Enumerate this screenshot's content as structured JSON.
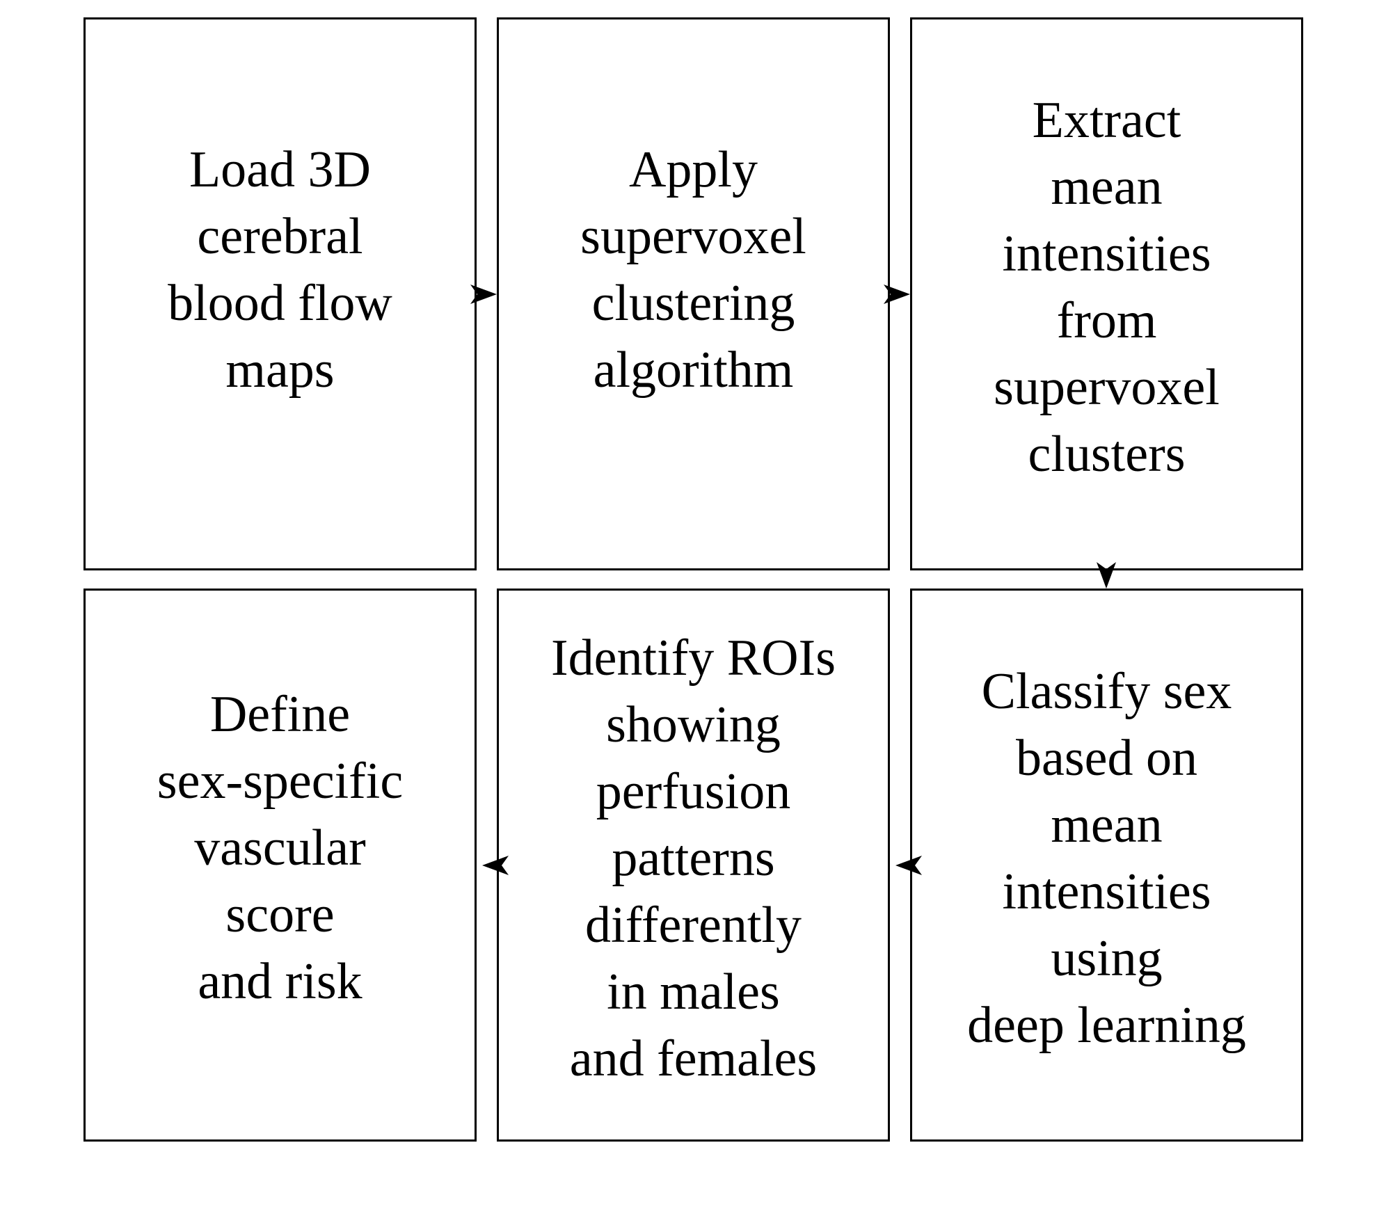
{
  "steps": [
    {
      "id": 1,
      "text": "Load 3D\ncerebral\nblood flow\nmaps"
    },
    {
      "id": 2,
      "text": "Apply\nsupervoxel\nclustering\nalgorithm"
    },
    {
      "id": 3,
      "text": "Extract\nmean\nintensities\nfrom\nsupervoxel\nclusters"
    },
    {
      "id": 4,
      "text": "Classify sex\nbased on\nmean\nintensities\nusing\ndeep learning"
    },
    {
      "id": 5,
      "text": "Identify ROIs\nshowing\nperfusion\npatterns\ndifferently\nin males\nand females"
    },
    {
      "id": 6,
      "text": "Define\nsex-specific\nvascular\nscore\nand risk"
    }
  ],
  "flow": [
    {
      "from": 1,
      "to": 2,
      "direction": "right"
    },
    {
      "from": 2,
      "to": 3,
      "direction": "right"
    },
    {
      "from": 3,
      "to": 4,
      "direction": "down"
    },
    {
      "from": 4,
      "to": 5,
      "direction": "left"
    },
    {
      "from": 5,
      "to": 6,
      "direction": "left"
    }
  ],
  "colors": {
    "stroke": "#000000",
    "background": "#ffffff"
  }
}
